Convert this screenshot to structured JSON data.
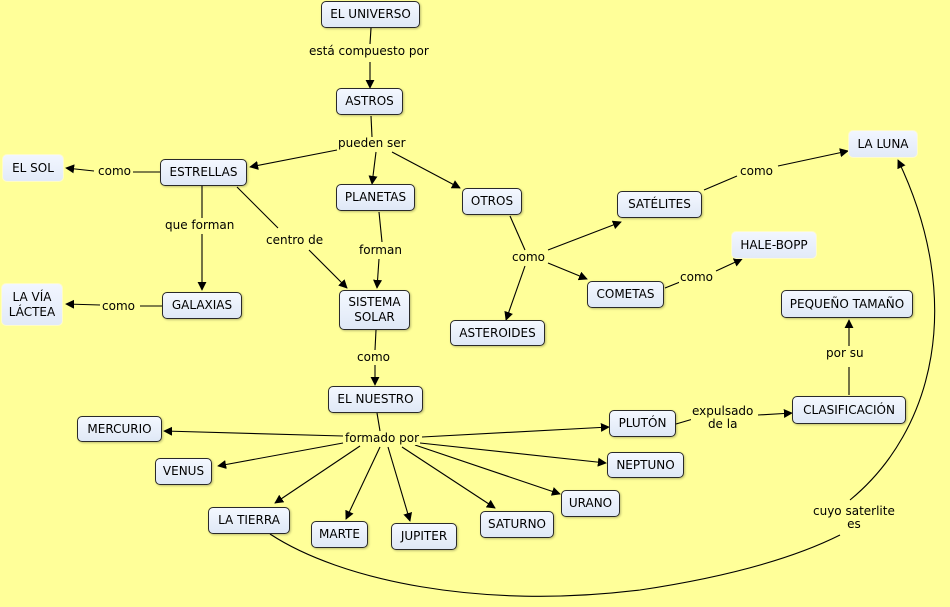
{
  "nodes": {
    "universo": "EL UNIVERSO",
    "astros": "ASTROS",
    "estrellas": "ESTRELLAS",
    "planetas": "PLANETAS",
    "otros": "OTROS",
    "sol": "EL SOL",
    "galaxias": "GALAXIAS",
    "via_lactea": "LA VÍA\nLÁCTEA",
    "sistema_solar": "SISTEMA\nSOLAR",
    "satelites": "SATÉLITES",
    "luna": "LA LUNA",
    "hale_bopp": "HALE-BOPP",
    "cometas": "COMETAS",
    "asteroides": "ASTEROIDES",
    "pequeno": "PEQUEÑO TAMAÑO",
    "clasificacion": "CLASIFICACIÓN",
    "el_nuestro": "EL NUESTRO",
    "pluton": "PLUTÓN",
    "mercurio": "MERCURIO",
    "venus": "VENUS",
    "neptuno": "NEPTUNO",
    "la_tierra": "LA TIERRA",
    "marte": "MARTE",
    "jupiter": "JUPITER",
    "saturno": "SATURNO",
    "urano": "URANO"
  },
  "links": {
    "compuesto": "está compuesto por",
    "pueden_ser": "pueden ser",
    "como_sol": "como",
    "que_forman": "que forman",
    "centro_de": "centro de",
    "forman": "forman",
    "como_otros": "como",
    "como_luna": "como",
    "como_hale": "como",
    "como_via": "como",
    "como_nuestro": "como",
    "formado_por": "formado por",
    "expulsado": "expulsado\nde la",
    "por_su": "por su",
    "cuyo_saterlite": "cuyo saterlite\nes"
  }
}
